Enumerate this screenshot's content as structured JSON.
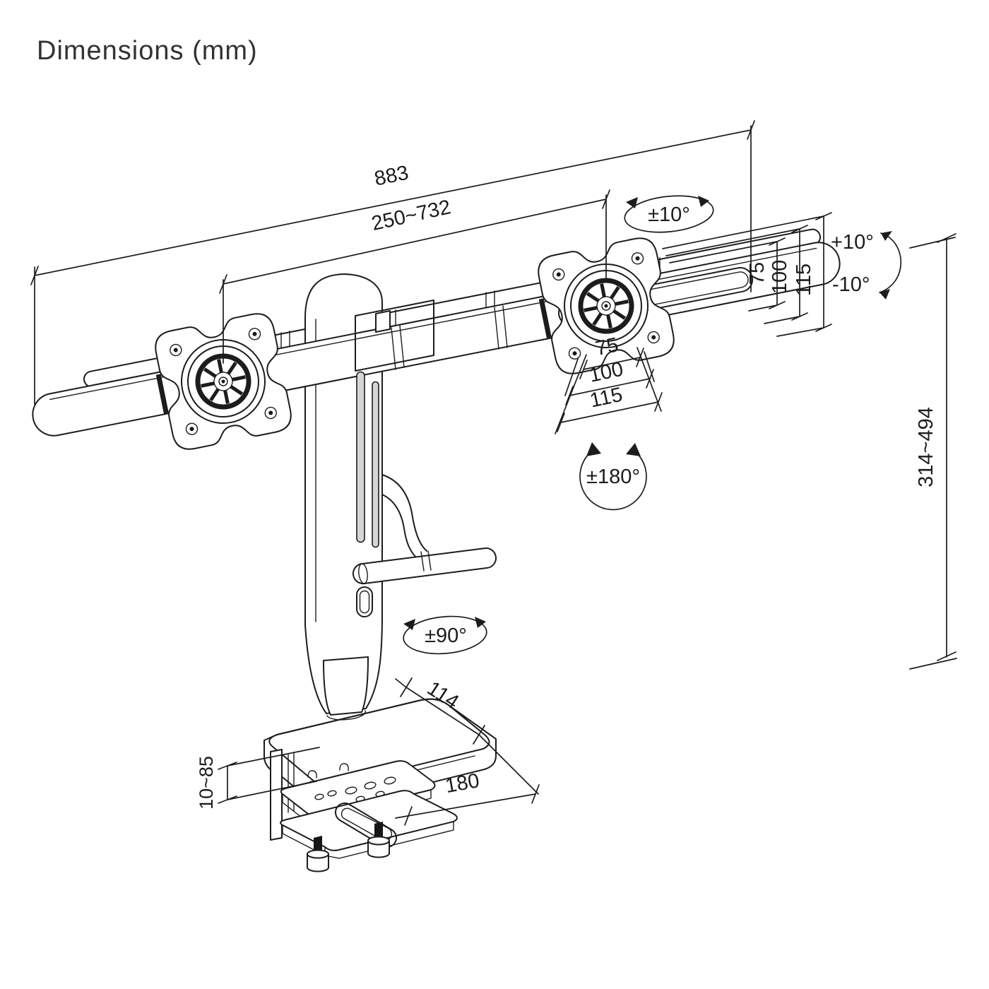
{
  "title": "Dimensions (mm)",
  "diagram": {
    "subject": "dual-monitor desk mount arm, isometric dimension drawing",
    "line_color": "#1c1c1c",
    "background_color": "#ffffff",
    "dims": {
      "overall_width": "883",
      "extension_range": "250~732",
      "crossbar_swivel": "±10°",
      "tilt_up": "+10°",
      "tilt_down": "-10°",
      "vesa_vertical": [
        "75",
        "100",
        "115"
      ],
      "vesa_horizontal": [
        "75",
        "100",
        "115"
      ],
      "vesa_rotation": "±180°",
      "height_range": "314~494",
      "pole_swivel": "±90°",
      "base_top_depth": "114",
      "clamp_base_depth": "180",
      "desk_thickness_range": "10~85"
    },
    "icons": [
      "rotation-ellipse-arrow-icon",
      "tilt-arc-arrow-icon",
      "rotation-circle-arrow-icon"
    ]
  }
}
